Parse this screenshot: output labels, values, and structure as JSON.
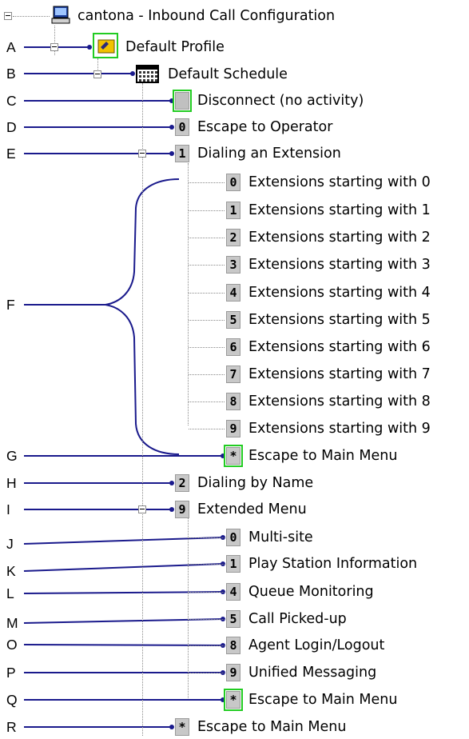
{
  "root": {
    "label": "cantona - Inbound Call Configuration",
    "icon": "computer-icon"
  },
  "profile": {
    "label": "Default Profile",
    "icon": "profile-icon"
  },
  "schedule": {
    "label": "Default Schedule",
    "icon": "schedule-icon"
  },
  "menu_items": [
    {
      "key": "",
      "label": "Disconnect (no activity)"
    },
    {
      "key": "0",
      "label": "Escape to Operator"
    },
    {
      "key": "1",
      "label": "Dialing an Extension"
    }
  ],
  "extension_items": [
    {
      "key": "0",
      "label": "Extensions starting with 0"
    },
    {
      "key": "1",
      "label": "Extensions starting with 1"
    },
    {
      "key": "2",
      "label": "Extensions starting with 2"
    },
    {
      "key": "3",
      "label": "Extensions starting with 3"
    },
    {
      "key": "4",
      "label": "Extensions starting with 4"
    },
    {
      "key": "5",
      "label": "Extensions starting with 5"
    },
    {
      "key": "6",
      "label": "Extensions starting with 6"
    },
    {
      "key": "7",
      "label": "Extensions starting with 7"
    },
    {
      "key": "8",
      "label": "Extensions starting with 8"
    },
    {
      "key": "9",
      "label": "Extensions starting with 9"
    },
    {
      "key": "*",
      "label": "Escape to Main Menu"
    }
  ],
  "menu_items_2": [
    {
      "key": "2",
      "label": "Dialing by Name"
    },
    {
      "key": "9",
      "label": "Extended Menu"
    }
  ],
  "extended_items": [
    {
      "key": "0",
      "label": "Multi-site"
    },
    {
      "key": "1",
      "label": "Play Station Information"
    },
    {
      "key": "4",
      "label": "Queue Monitoring"
    },
    {
      "key": "5",
      "label": "Call Picked-up"
    },
    {
      "key": "8",
      "label": "Agent Login/Logout"
    },
    {
      "key": "9",
      "label": "Unified Messaging"
    },
    {
      "key": "*",
      "label": "Escape to Main Menu"
    }
  ],
  "final_item": {
    "key": "*",
    "label": "Escape to Main Menu"
  },
  "callouts": [
    "A",
    "B",
    "C",
    "D",
    "E",
    "F",
    "G",
    "H",
    "I",
    "J",
    "K",
    "L",
    "M",
    "O",
    "P",
    "Q",
    "R"
  ],
  "colors": {
    "callout_line": "#1a1a8c",
    "highlight": "#22cc22",
    "key_bg": "#c8c8c8"
  }
}
